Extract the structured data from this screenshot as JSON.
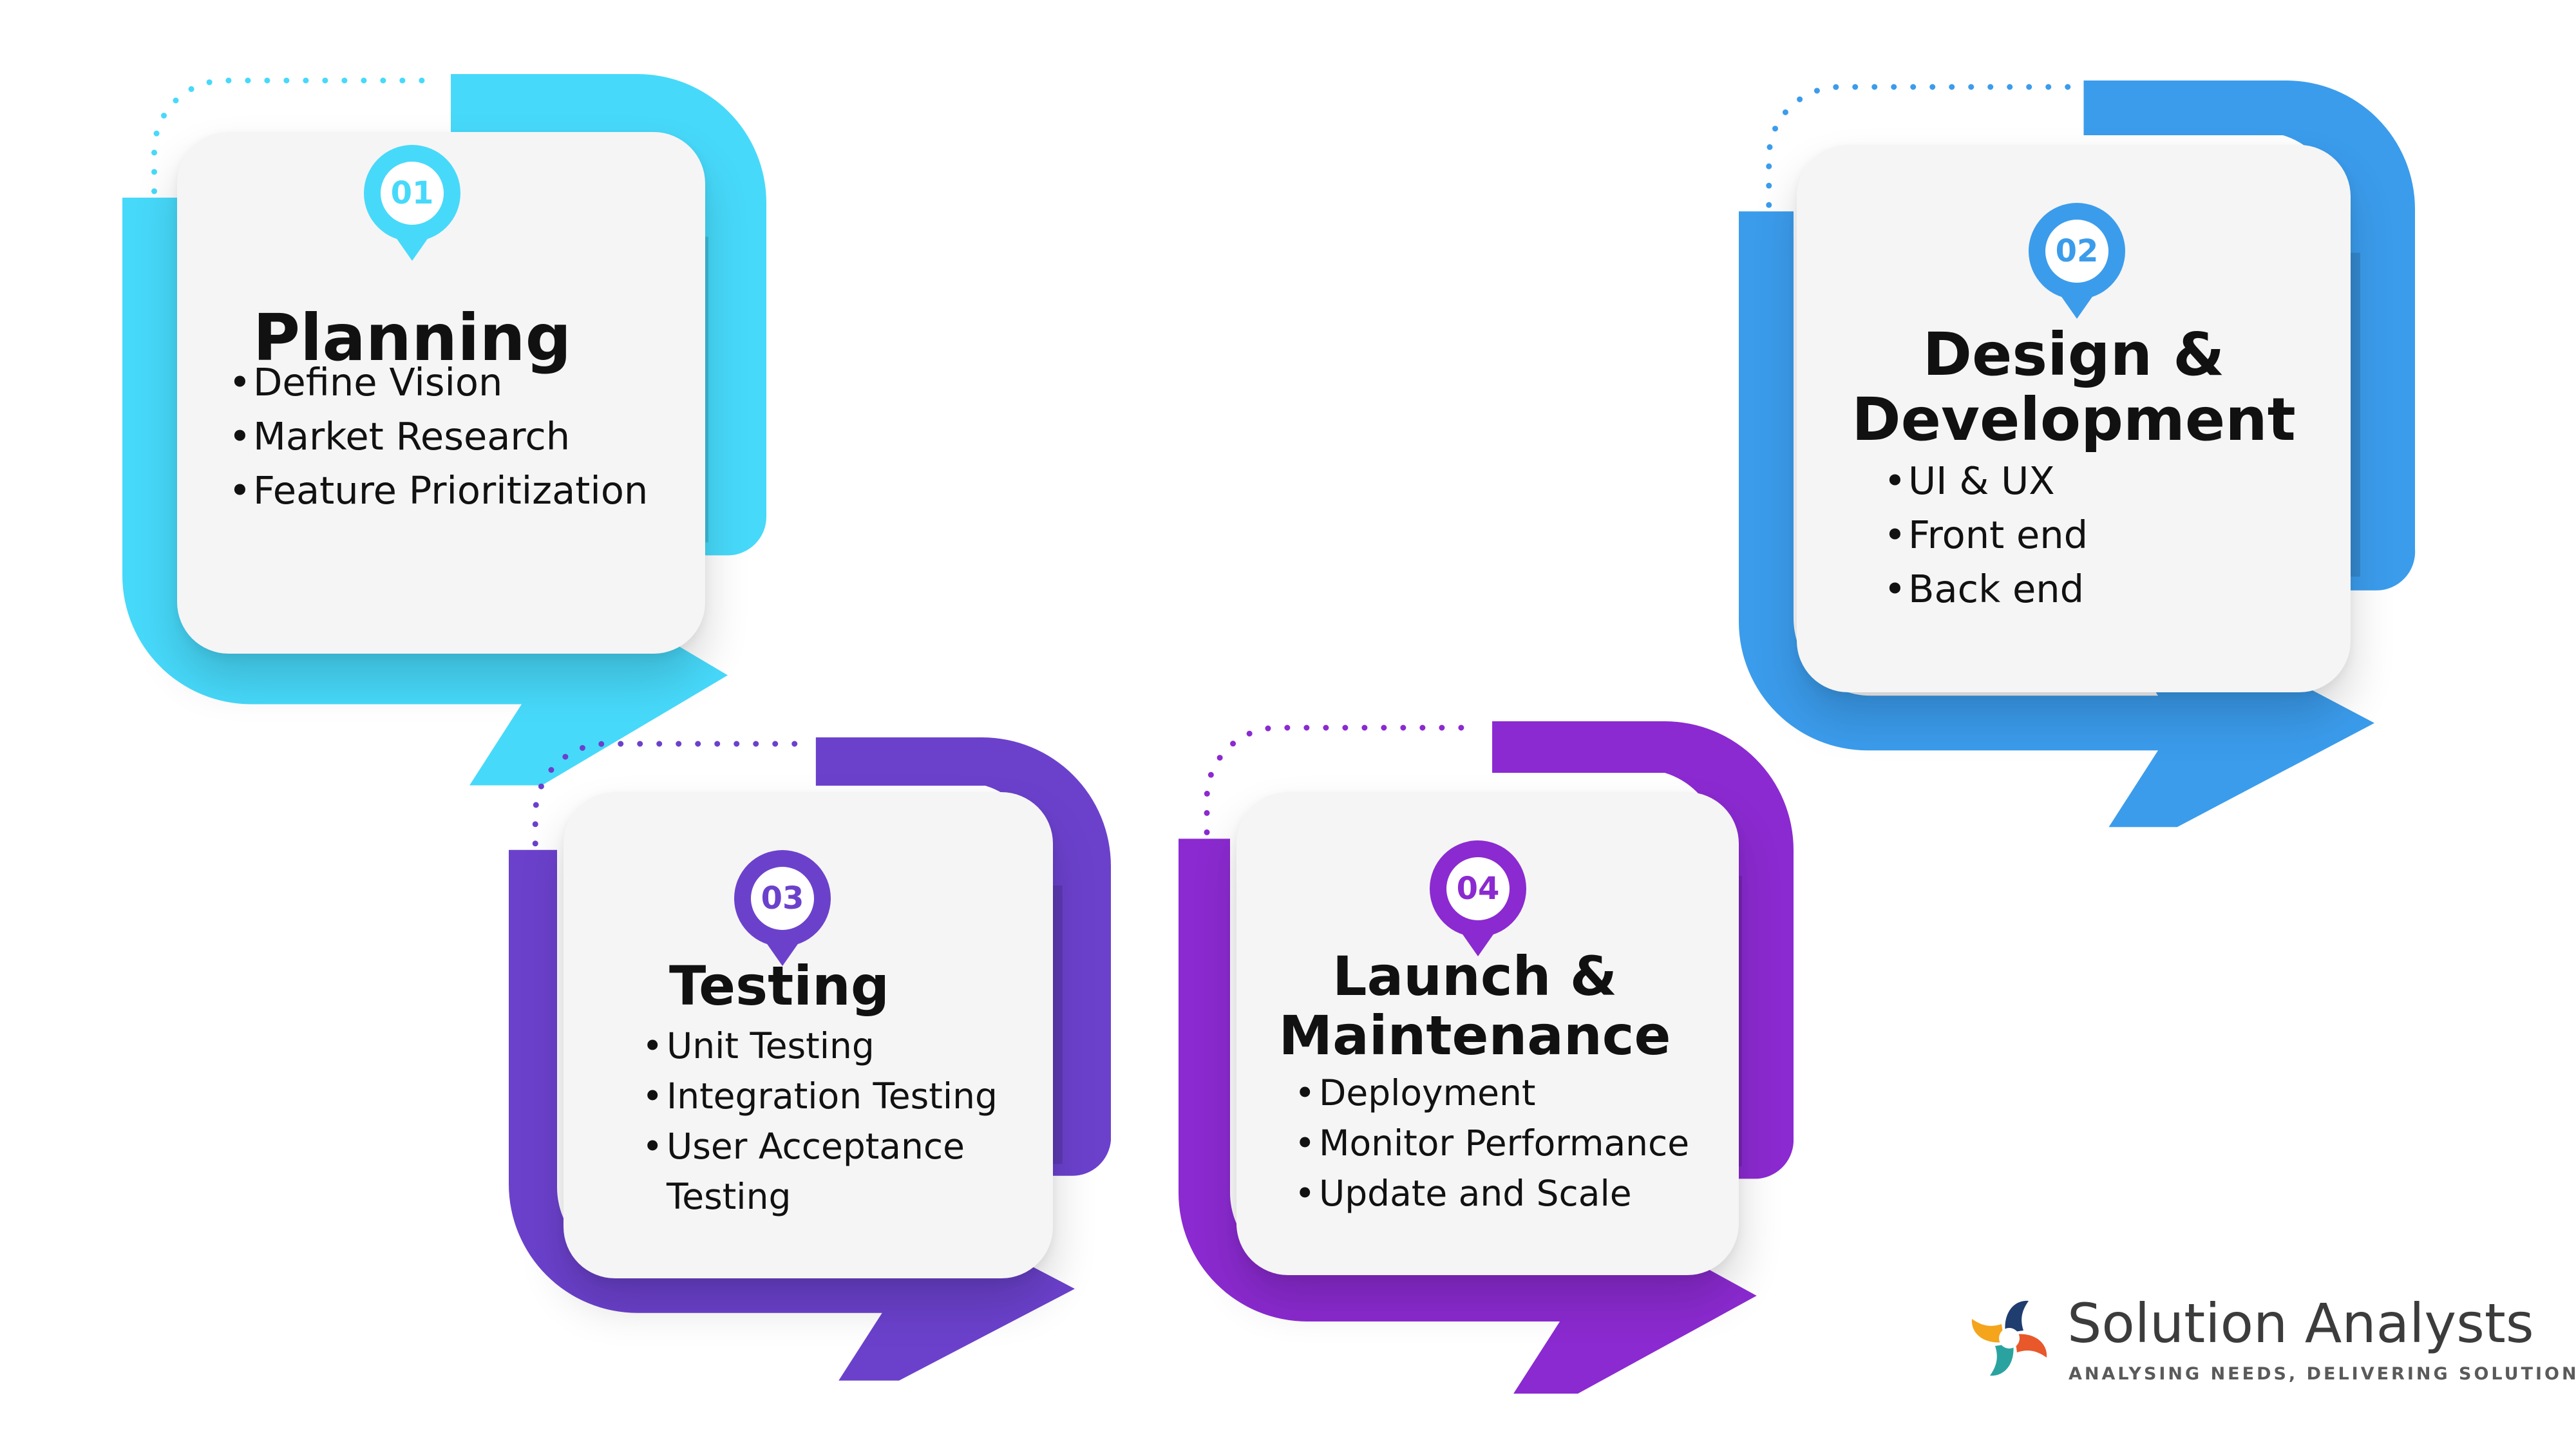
{
  "colors": {
    "planning": "#47d9fa",
    "design": "#3b9cec",
    "testing": "#6b41cc",
    "launch": "#8b2ad0",
    "card": "#f5f5f5",
    "text": "#111111"
  },
  "steps": [
    {
      "id": "planning",
      "number": "01",
      "title_lines": [
        "Planning"
      ],
      "items": [
        [
          "Define Vision"
        ],
        [
          "Market Research"
        ],
        [
          "Feature Prioritization"
        ]
      ]
    },
    {
      "id": "design",
      "number": "02",
      "title_lines": [
        "Design &",
        "Development"
      ],
      "items": [
        [
          "UI & UX"
        ],
        [
          "Front end"
        ],
        [
          "Back end"
        ]
      ]
    },
    {
      "id": "testing",
      "number": "03",
      "title_lines": [
        "Testing"
      ],
      "items": [
        [
          "Unit Testing"
        ],
        [
          "Integration Testing"
        ],
        [
          "User Acceptance",
          "Testing"
        ]
      ]
    },
    {
      "id": "launch",
      "number": "04",
      "title_lines": [
        "Launch &",
        "Maintenance"
      ],
      "items": [
        [
          "Deployment"
        ],
        [
          "Monitor Performance"
        ],
        [
          "Update and Scale"
        ]
      ]
    }
  ],
  "logo": {
    "name": "Solution Analysts",
    "tagline": "ANALYSING NEEDS, DELIVERING SOLUTIONS",
    "icon": "pinwheel-star-icon",
    "icon_colors": [
      "#1f3d6e",
      "#e8582a",
      "#2aa3a0",
      "#f4a51c"
    ]
  }
}
